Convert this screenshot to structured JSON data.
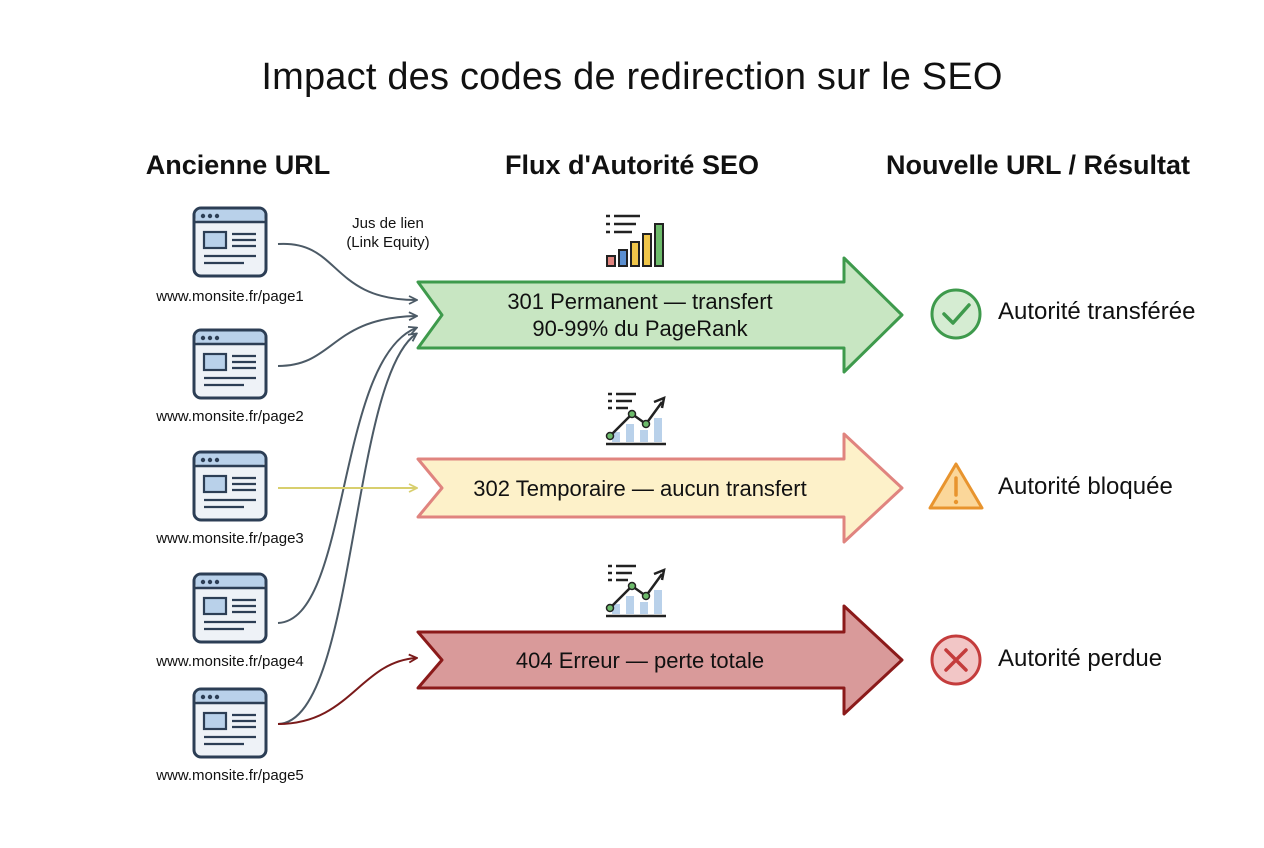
{
  "title": "Impact des codes de redirection sur le SEO",
  "columns": {
    "old": "Ancienne URL",
    "flow": "Flux d'Autorité SEO",
    "new": "Nouvelle URL / Résultat"
  },
  "pages": [
    {
      "url": "www.monsite.fr/page1",
      "icon": "browser-window-icon"
    },
    {
      "url": "www.monsite.fr/page2",
      "icon": "browser-window-icon"
    },
    {
      "url": "www.monsite.fr/page3",
      "icon": "browser-window-icon"
    },
    {
      "url": "www.monsite.fr/page4",
      "icon": "browser-window-icon"
    },
    {
      "url": "www.monsite.fr/page5",
      "icon": "browser-window-icon"
    }
  ],
  "link_equity": {
    "line1": "Jus de lien",
    "line2": "(Link Equity)"
  },
  "flows": [
    {
      "line1": "301 Permanent — transfert",
      "line2": "90-99% du PageRank",
      "fill": "#c8e6c2",
      "stroke": "#3e9a4c",
      "icon": "bar-chart-icon"
    },
    {
      "line1": "302 Temporaire — aucun transfert",
      "fill": "#fdf1c9",
      "stroke": "#e0847f",
      "icon": "line-chart-icon"
    },
    {
      "line1": "404 Erreur — perte totale",
      "fill": "#d99a9a",
      "stroke": "#8b1a1a",
      "icon": "line-chart-icon"
    }
  ],
  "results": [
    {
      "label": "Autorité transférée",
      "icon": "check-circle-icon",
      "color": "#3e9a4c"
    },
    {
      "label": "Autorité bloquée",
      "icon": "warning-triangle-icon",
      "color": "#e8942e"
    },
    {
      "label": "Autorité perdue",
      "icon": "cross-circle-icon",
      "color": "#c43c3c"
    }
  ],
  "connector_colors": {
    "permanent": "#4c5a66",
    "temporary": "#d8cf6e",
    "error": "#7a1a1a"
  }
}
